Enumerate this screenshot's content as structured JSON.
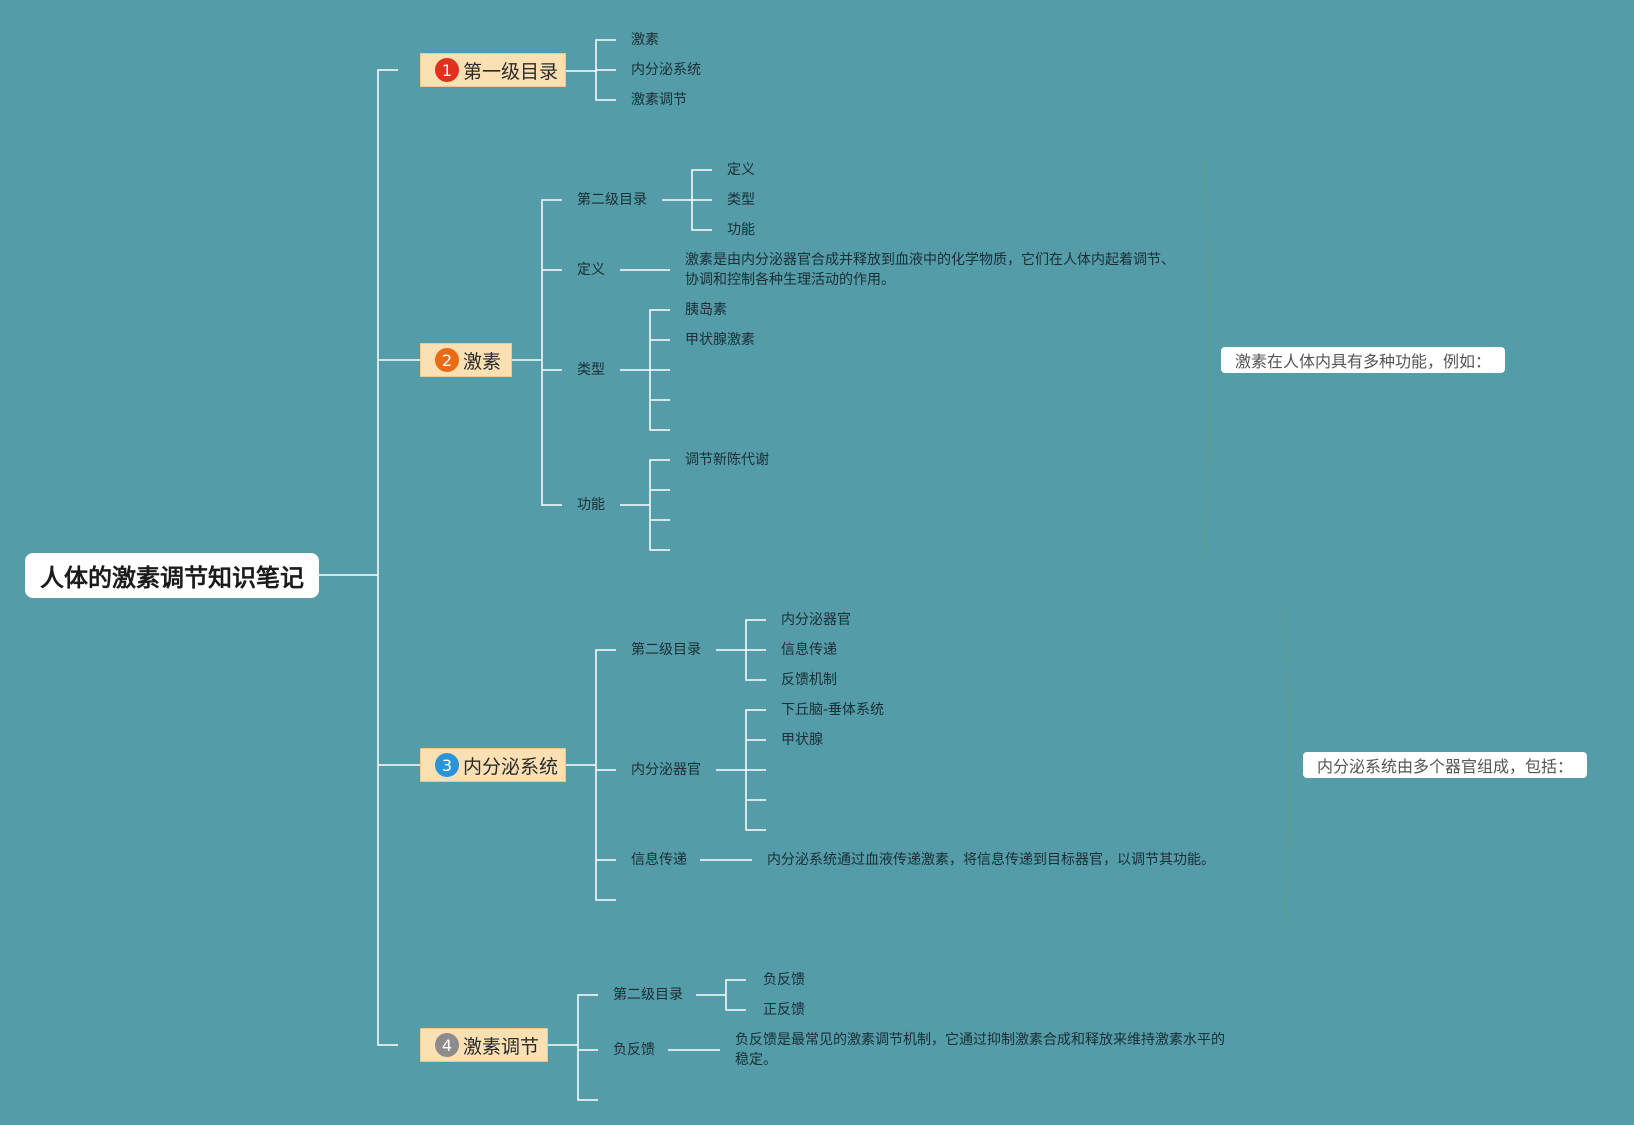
{
  "root": {
    "title": "人体的激素调节知识笔记"
  },
  "colors": {
    "background": "#539ca8",
    "branch_line": "#ffffff",
    "topic_fill": "#fae0b2",
    "badge_1": "#e0301e",
    "badge_2": "#ea6b14",
    "badge_3": "#2a94d6",
    "badge_4": "#8c8c8c"
  },
  "branches": {
    "b1": {
      "number": "1",
      "title": "第一级目录",
      "items": [
        "激素",
        "内分泌系统",
        "激素调节"
      ]
    },
    "b2": {
      "number": "2",
      "title": "激素",
      "toc": {
        "label": "第二级目录",
        "items": [
          "定义",
          "类型",
          "功能"
        ]
      },
      "definition": {
        "label": "定义",
        "text": "激素是由内分泌器官合成并释放到血液中的化学物质，它们在人体内起着调节、协调和控制各种生理活动的作用。"
      },
      "types": {
        "label": "类型",
        "items": [
          "胰岛素",
          "甲状腺激素"
        ]
      },
      "functions": {
        "label": "功能",
        "items": [
          "调节新陈代谢"
        ]
      },
      "summary": "激素在人体内具有多种功能，例如："
    },
    "b3": {
      "number": "3",
      "title": "内分泌系统",
      "toc": {
        "label": "第二级目录",
        "items": [
          "内分泌器官",
          "信息传递",
          "反馈机制"
        ]
      },
      "organs": {
        "label": "内分泌器官",
        "items": [
          "下丘脑-垂体系统",
          "甲状腺"
        ]
      },
      "transmission": {
        "label": "信息传递",
        "text": "内分泌系统通过血液传递激素，将信息传递到目标器官，以调节其功能。"
      },
      "summary": "内分泌系统由多个器官组成，包括："
    },
    "b4": {
      "number": "4",
      "title": "激素调节",
      "toc": {
        "label": "第二级目录",
        "items": [
          "负反馈",
          "正反馈"
        ]
      },
      "negative": {
        "label": "负反馈",
        "text": "负反馈是最常见的激素调节机制，它通过抑制激素合成和释放来维持激素水平的稳定。"
      }
    }
  }
}
